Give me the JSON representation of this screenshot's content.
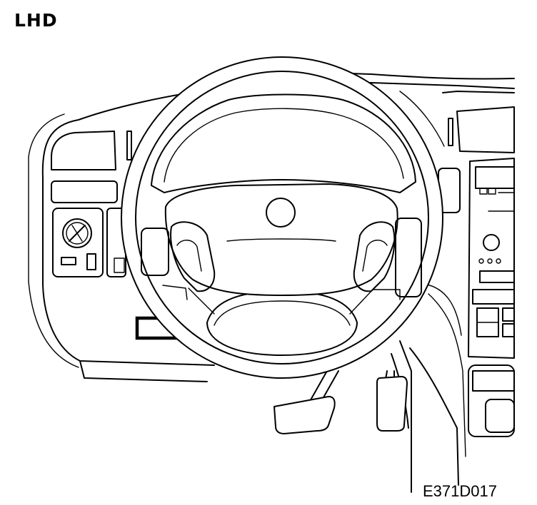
{
  "heading": "LHD",
  "figure_code": "E371D017",
  "highlight": {
    "name": "marked-component-box"
  },
  "icons": [
    "steering-wheel-icon",
    "ignition-switch-icon",
    "pedal-icon",
    "horn-button-icon"
  ]
}
